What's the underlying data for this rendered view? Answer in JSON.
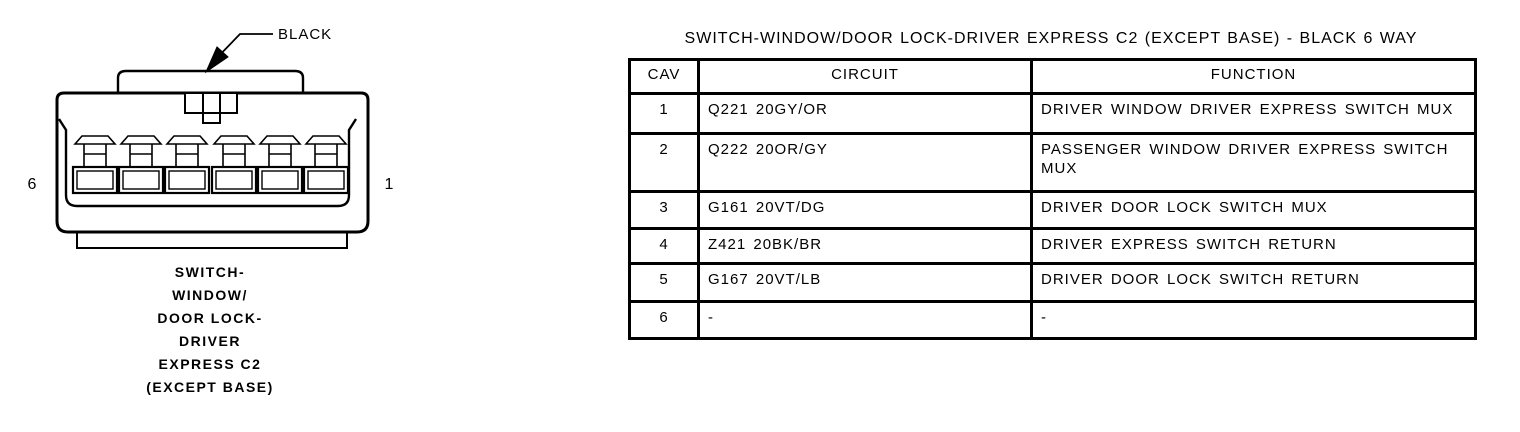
{
  "page": {
    "background_color": "#ffffff",
    "ink_color": "#000000"
  },
  "connector": {
    "color_label": "BLACK",
    "way_count": 6,
    "pin_left": "6",
    "pin_right": "1",
    "caption": "SWITCH-\nWINDOW/\nDOOR LOCK-\nDRIVER\nEXPRESS C2\n(EXCEPT BASE)"
  },
  "table": {
    "title": "SWITCH-WINDOW/DOOR LOCK-DRIVER EXPRESS C2 (EXCEPT BASE) - BLACK 6 WAY",
    "columns": [
      "CAV",
      "CIRCUIT",
      "FUNCTION"
    ],
    "rows": [
      {
        "cav": "1",
        "circuit": "Q221 20GY/OR",
        "function": "DRIVER WINDOW DRIVER EXPRESS SWITCH MUX"
      },
      {
        "cav": "2",
        "circuit": "Q222 20OR/GY",
        "function": "PASSENGER WINDOW DRIVER EXPRESS SWITCH\nMUX"
      },
      {
        "cav": "3",
        "circuit": "G161 20VT/DG",
        "function": "DRIVER DOOR LOCK SWITCH MUX"
      },
      {
        "cav": "4",
        "circuit": "Z421 20BK/BR",
        "function": "DRIVER EXPRESS SWITCH RETURN"
      },
      {
        "cav": "5",
        "circuit": "G167 20VT/LB",
        "function": "DRIVER DOOR LOCK SWITCH RETURN"
      },
      {
        "cav": "6",
        "circuit": "-",
        "function": "-"
      }
    ]
  }
}
